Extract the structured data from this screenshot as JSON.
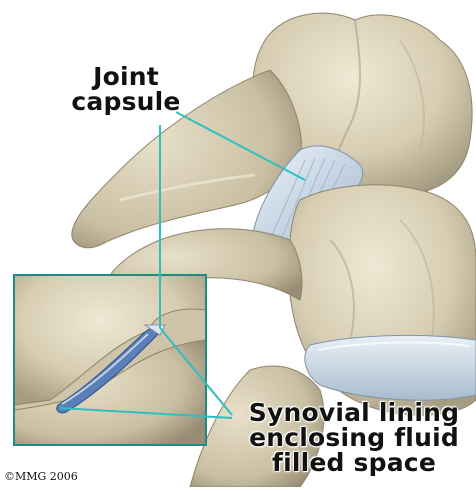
{
  "labels": {
    "joint_capsule": [
      "Joint",
      "capsule"
    ],
    "synovial_lining": [
      "Synovial lining",
      "enclosing fluid",
      "filled space"
    ]
  },
  "copyright": "©MMG 2006",
  "colors": {
    "bone": "#d8cfb6",
    "bone_shadow": "#9a9078",
    "pointer_line": "#2fbfbf",
    "inset_border": "#1f8a86",
    "capsule": "#cfdbe6",
    "synovial_fluid": "#5b7fb8"
  }
}
